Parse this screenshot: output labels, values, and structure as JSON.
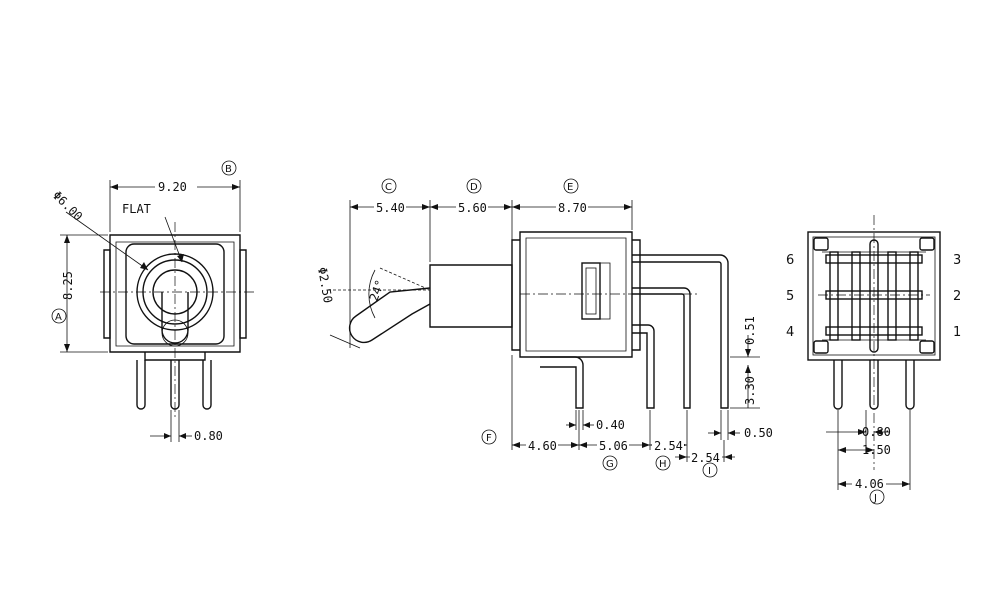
{
  "front_view": {
    "dim_width": "9.20",
    "dim_height": "8.25",
    "dim_bushing_dia": "Φ6.00",
    "label_flat": "FLAT",
    "dim_pin": "0.80",
    "ref_a": "A",
    "ref_b": "B"
  },
  "side_view": {
    "dim_c": "5.40",
    "dim_d": "5.60",
    "dim_e": "8.70",
    "dim_lever_dia": "Φ2.50",
    "dim_angle": "24°",
    "dim_051": "0.51",
    "dim_330": "3.30",
    "dim_040": "0.40",
    "dim_050": "0.50",
    "dim_f": "4.60",
    "dim_g": "5.06",
    "dim_h": "2.54",
    "dim_i": "2.54",
    "ref_c": "C",
    "ref_d": "D",
    "ref_e": "E",
    "ref_f": "F",
    "ref_g": "G",
    "ref_h": "H",
    "ref_i": "I"
  },
  "bottom_view": {
    "pin_labels": [
      "6",
      "5",
      "4",
      "3",
      "2",
      "1"
    ],
    "dim_080": "0.80",
    "dim_150": "1.50",
    "dim_406": "4.06",
    "ref_j": "J"
  }
}
